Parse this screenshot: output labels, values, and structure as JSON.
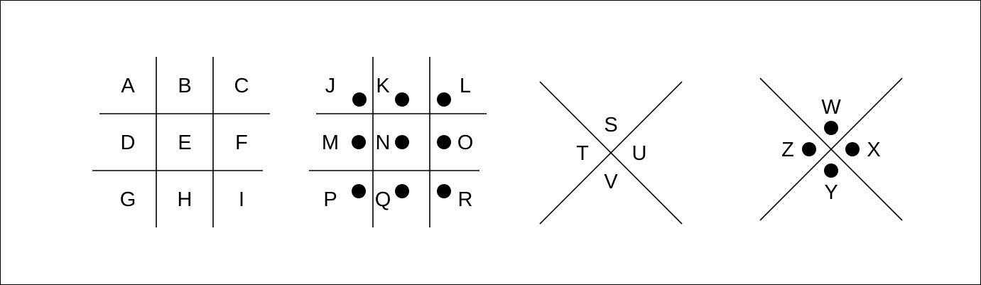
{
  "diagram": {
    "grid_plain": {
      "letters": [
        "A",
        "B",
        "C",
        "D",
        "E",
        "F",
        "G",
        "H",
        "I"
      ]
    },
    "grid_dotted": {
      "letters": [
        "J",
        "K",
        "L",
        "M",
        "N",
        "O",
        "P",
        "Q",
        "R"
      ]
    },
    "x_plain": {
      "top": "S",
      "left": "T",
      "right": "U",
      "bottom": "V"
    },
    "x_dotted": {
      "top": "W",
      "right": "X",
      "bottom": "Y",
      "left": "Z"
    },
    "colors": {
      "ink": "#000000",
      "background": "#ffffff"
    }
  }
}
